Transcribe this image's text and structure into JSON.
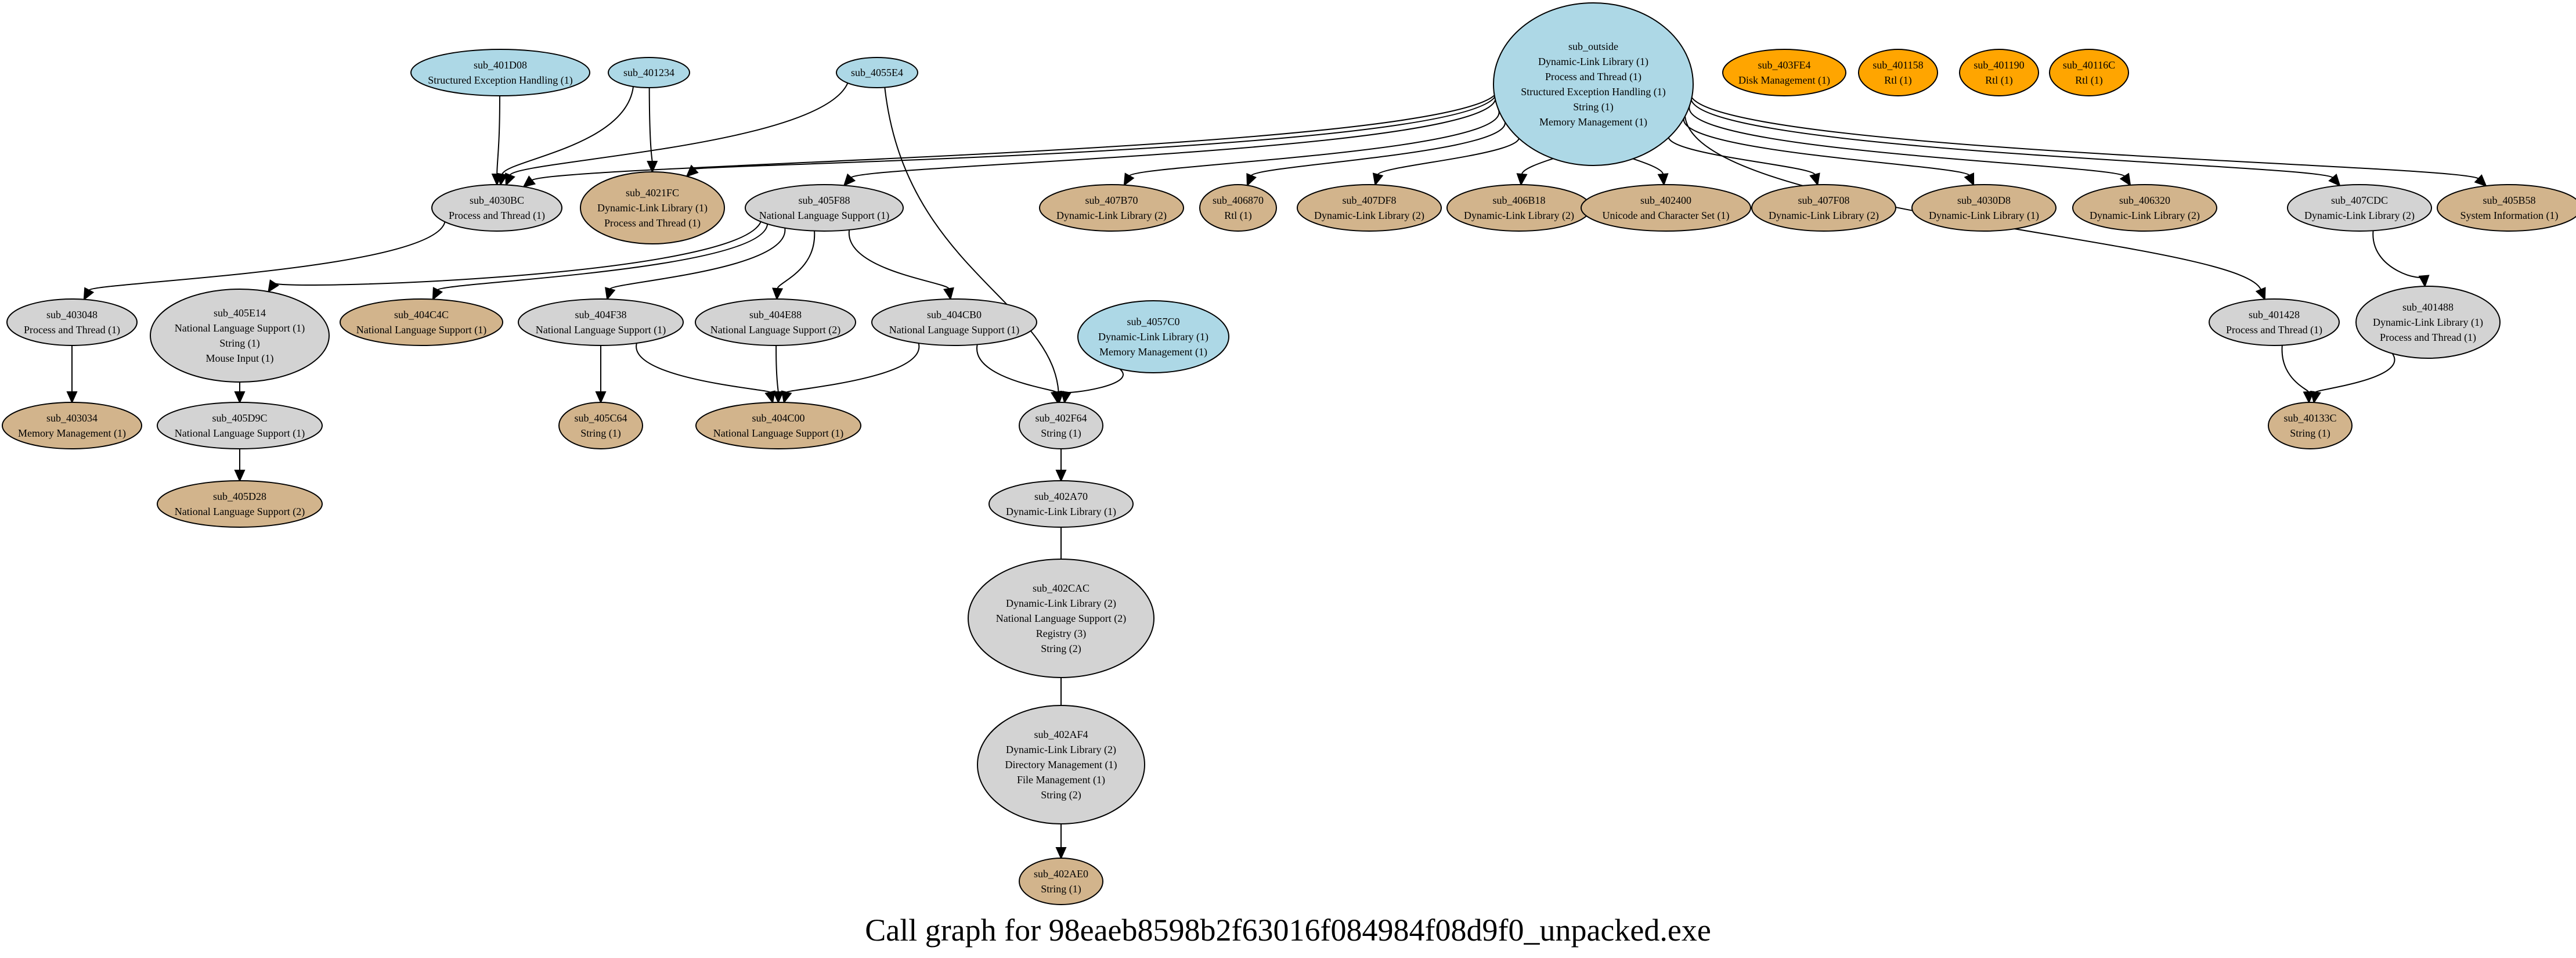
{
  "title": "Call graph for 98eaeb8598b2f63016f084984f08d9f0_unpacked.exe",
  "colors": {
    "entry": "#add8e6",
    "internal": "#d3d3d3",
    "leaf": "#d2b48c",
    "unreferenced": "#ffa500"
  },
  "nodes": [
    {
      "id": "sub_outside",
      "lines": [
        "sub_outside",
        "Dynamic-Link Library (1)",
        "Process and Thread (1)",
        "Structured Exception Handling (1)",
        "String (1)",
        "Memory Management (1)"
      ],
      "kind": "entry"
    },
    {
      "id": "sub_401D08",
      "lines": [
        "sub_401D08",
        "Structured Exception Handling (1)"
      ],
      "kind": "entry"
    },
    {
      "id": "sub_401234",
      "lines": [
        "sub_401234"
      ],
      "kind": "entry"
    },
    {
      "id": "sub_4055E4",
      "lines": [
        "sub_4055E4"
      ],
      "kind": "entry"
    },
    {
      "id": "sub_4057C0",
      "lines": [
        "sub_4057C0",
        "Dynamic-Link Library (1)",
        "Memory Management (1)"
      ],
      "kind": "entry"
    },
    {
      "id": "sub_403FE4",
      "lines": [
        "sub_403FE4",
        "Disk Management (1)"
      ],
      "kind": "unreferenced"
    },
    {
      "id": "sub_401158",
      "lines": [
        "sub_401158",
        "Rtl (1)"
      ],
      "kind": "unreferenced"
    },
    {
      "id": "sub_401190",
      "lines": [
        "sub_401190",
        "Rtl (1)"
      ],
      "kind": "unreferenced"
    },
    {
      "id": "sub_40116C",
      "lines": [
        "sub_40116C",
        "Rtl (1)"
      ],
      "kind": "unreferenced"
    },
    {
      "id": "sub_4030BC",
      "lines": [
        "sub_4030BC",
        "Process and Thread (1)"
      ],
      "kind": "internal"
    },
    {
      "id": "sub_4021FC",
      "lines": [
        "sub_4021FC",
        "Dynamic-Link Library (1)",
        "Process and Thread (1)"
      ],
      "kind": "leaf"
    },
    {
      "id": "sub_405F88",
      "lines": [
        "sub_405F88",
        "National Language Support (1)"
      ],
      "kind": "internal"
    },
    {
      "id": "sub_407B70",
      "lines": [
        "sub_407B70",
        "Dynamic-Link Library (2)"
      ],
      "kind": "leaf"
    },
    {
      "id": "sub_406870",
      "lines": [
        "sub_406870",
        "Rtl (1)"
      ],
      "kind": "leaf"
    },
    {
      "id": "sub_407DF8",
      "lines": [
        "sub_407DF8",
        "Dynamic-Link Library (2)"
      ],
      "kind": "leaf"
    },
    {
      "id": "sub_406B18",
      "lines": [
        "sub_406B18",
        "Dynamic-Link Library (2)"
      ],
      "kind": "leaf"
    },
    {
      "id": "sub_402400",
      "lines": [
        "sub_402400",
        "Unicode and Character Set (1)"
      ],
      "kind": "leaf"
    },
    {
      "id": "sub_407F08",
      "lines": [
        "sub_407F08",
        "Dynamic-Link Library (2)"
      ],
      "kind": "leaf"
    },
    {
      "id": "sub_4030D8",
      "lines": [
        "sub_4030D8",
        "Dynamic-Link Library (1)"
      ],
      "kind": "leaf"
    },
    {
      "id": "sub_406320",
      "lines": [
        "sub_406320",
        "Dynamic-Link Library (2)"
      ],
      "kind": "leaf"
    },
    {
      "id": "sub_407CDC",
      "lines": [
        "sub_407CDC",
        "Dynamic-Link Library (2)"
      ],
      "kind": "internal"
    },
    {
      "id": "sub_405B58",
      "lines": [
        "sub_405B58",
        "System Information (1)"
      ],
      "kind": "leaf"
    },
    {
      "id": "sub_403048",
      "lines": [
        "sub_403048",
        "Process and Thread (1)"
      ],
      "kind": "internal"
    },
    {
      "id": "sub_405E14",
      "lines": [
        "sub_405E14",
        "National Language Support (1)",
        "String (1)",
        "Mouse Input (1)"
      ],
      "kind": "internal"
    },
    {
      "id": "sub_404C4C",
      "lines": [
        "sub_404C4C",
        "National Language Support (1)"
      ],
      "kind": "leaf"
    },
    {
      "id": "sub_404F38",
      "lines": [
        "sub_404F38",
        "National Language Support (1)"
      ],
      "kind": "internal"
    },
    {
      "id": "sub_404E88",
      "lines": [
        "sub_404E88",
        "National Language Support (2)"
      ],
      "kind": "internal"
    },
    {
      "id": "sub_404CB0",
      "lines": [
        "sub_404CB0",
        "National Language Support (1)"
      ],
      "kind": "internal"
    },
    {
      "id": "sub_401428",
      "lines": [
        "sub_401428",
        "Process and Thread (1)"
      ],
      "kind": "internal"
    },
    {
      "id": "sub_401488",
      "lines": [
        "sub_401488",
        "Dynamic-Link Library (1)",
        "Process and Thread (1)"
      ],
      "kind": "internal"
    },
    {
      "id": "sub_403034",
      "lines": [
        "sub_403034",
        "Memory Management (1)"
      ],
      "kind": "leaf"
    },
    {
      "id": "sub_405D9C",
      "lines": [
        "sub_405D9C",
        "National Language Support (1)"
      ],
      "kind": "internal"
    },
    {
      "id": "sub_405C64",
      "lines": [
        "sub_405C64",
        "String (1)"
      ],
      "kind": "leaf"
    },
    {
      "id": "sub_404C00",
      "lines": [
        "sub_404C00",
        "National Language Support (1)"
      ],
      "kind": "leaf"
    },
    {
      "id": "sub_402F64",
      "lines": [
        "sub_402F64",
        "String (1)"
      ],
      "kind": "internal"
    },
    {
      "id": "sub_40133C",
      "lines": [
        "sub_40133C",
        "String (1)"
      ],
      "kind": "leaf"
    },
    {
      "id": "sub_405D28",
      "lines": [
        "sub_405D28",
        "National Language Support (2)"
      ],
      "kind": "leaf"
    },
    {
      "id": "sub_402A70",
      "lines": [
        "sub_402A70",
        "Dynamic-Link Library (1)"
      ],
      "kind": "internal"
    },
    {
      "id": "sub_402CAC",
      "lines": [
        "sub_402CAC",
        "Dynamic-Link Library (2)",
        "National Language Support (2)",
        "Registry (3)",
        "String (2)"
      ],
      "kind": "internal"
    },
    {
      "id": "sub_402AF4",
      "lines": [
        "sub_402AF4",
        "Dynamic-Link Library (2)",
        "Directory Management (1)",
        "File Management (1)",
        "String (2)"
      ],
      "kind": "internal"
    },
    {
      "id": "sub_402AE0",
      "lines": [
        "sub_402AE0",
        "String (1)"
      ],
      "kind": "leaf"
    }
  ],
  "edges": [
    [
      "sub_401D08",
      "sub_4030BC"
    ],
    [
      "sub_401234",
      "sub_4030BC"
    ],
    [
      "sub_401234",
      "sub_4021FC"
    ],
    [
      "sub_4055E4",
      "sub_4030BC"
    ],
    [
      "sub_4055E4",
      "sub_402F64"
    ],
    [
      "sub_outside",
      "sub_4030BC"
    ],
    [
      "sub_outside",
      "sub_4021FC"
    ],
    [
      "sub_outside",
      "sub_405F88"
    ],
    [
      "sub_outside",
      "sub_407B70"
    ],
    [
      "sub_outside",
      "sub_406870"
    ],
    [
      "sub_outside",
      "sub_407DF8"
    ],
    [
      "sub_outside",
      "sub_406B18"
    ],
    [
      "sub_outside",
      "sub_402400"
    ],
    [
      "sub_outside",
      "sub_407F08"
    ],
    [
      "sub_outside",
      "sub_4030D8"
    ],
    [
      "sub_outside",
      "sub_406320"
    ],
    [
      "sub_outside",
      "sub_407CDC"
    ],
    [
      "sub_outside",
      "sub_405B58"
    ],
    [
      "sub_outside",
      "sub_401428"
    ],
    [
      "sub_4030BC",
      "sub_403048"
    ],
    [
      "sub_405F88",
      "sub_405E14"
    ],
    [
      "sub_405F88",
      "sub_404C4C"
    ],
    [
      "sub_405F88",
      "sub_404F38"
    ],
    [
      "sub_405F88",
      "sub_404E88"
    ],
    [
      "sub_405F88",
      "sub_404CB0"
    ],
    [
      "sub_403048",
      "sub_403034"
    ],
    [
      "sub_405E14",
      "sub_405D9C"
    ],
    [
      "sub_405D9C",
      "sub_405D28"
    ],
    [
      "sub_404F38",
      "sub_405C64"
    ],
    [
      "sub_404F38",
      "sub_404C00"
    ],
    [
      "sub_404E88",
      "sub_404C00"
    ],
    [
      "sub_404CB0",
      "sub_404C00"
    ],
    [
      "sub_404CB0",
      "sub_402F64"
    ],
    [
      "sub_4057C0",
      "sub_402F64"
    ],
    [
      "sub_402F64",
      "sub_402A70"
    ],
    [
      "sub_402A70",
      "sub_402CAC"
    ],
    [
      "sub_402CAC",
      "sub_402AF4"
    ],
    [
      "sub_402AF4",
      "sub_402AE0"
    ],
    [
      "sub_407CDC",
      "sub_401488"
    ],
    [
      "sub_401428",
      "sub_40133C"
    ],
    [
      "sub_401488",
      "sub_40133C"
    ]
  ]
}
